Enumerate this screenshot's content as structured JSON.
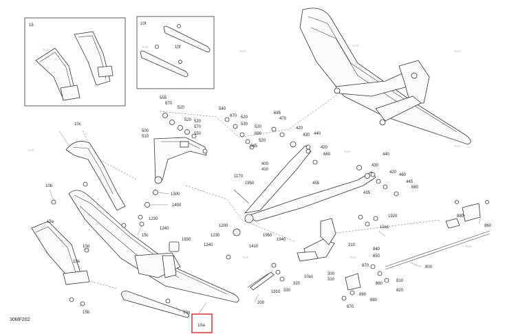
{
  "diagram_code": "30MF202",
  "highlight_color": "#d9232a",
  "watermark_text": "Tech",
  "callouts": {
    "inset_15": "15",
    "inset_10f": "10f",
    "inset_10f_b": "10f",
    "c10c": "10c",
    "c10b": "10b",
    "c10a": "10a",
    "c10d": "10d",
    "c10e": "10e",
    "c10g": "10g",
    "c15a": "15a",
    "c15b": "15b",
    "c15c": "15c",
    "c10a1": "10a1",
    "c10a1b": "10a1",
    "c555": "555",
    "c670a": "670",
    "c520a": "520",
    "c520b": "520",
    "c520c": "520",
    "c570": "570",
    "c550": "550",
    "c500": "500",
    "c510": "510",
    "c540": "540",
    "c670b": "670",
    "c530": "530",
    "c690": "690",
    "c545": "545",
    "c685": "685",
    "c470": "470",
    "c420a": "420",
    "c430a": "430",
    "c440a": "440",
    "c420b": "420",
    "c660": "660",
    "c440b": "440",
    "c430b": "430",
    "c420c": "420",
    "c460": "460",
    "c445": "445",
    "c680": "680",
    "c400": "400",
    "c410": "410",
    "c455": "455",
    "c435": "435",
    "c1170": "1170",
    "c1950a": "1950",
    "c1950b": "1950",
    "c1300": "1300",
    "c1400": "1400",
    "c1230a": "1230",
    "c1240a": "1240",
    "c1930": "1930",
    "c1200": "1200",
    "c1230b": "1230",
    "c1240b": "1240",
    "c1410": "1410",
    "c1940": "1940",
    "c1910": "1910",
    "c1920": "1920",
    "c210": "210",
    "c300": "300",
    "c310": "310",
    "c320": "320",
    "c330": "330",
    "c200": "200",
    "c840": "840",
    "c850": "850",
    "c870": "870",
    "c880": "880",
    "c890": "890",
    "c860": "860",
    "c800": "800",
    "c810": "810",
    "c820": "820",
    "c670c": "670"
  }
}
